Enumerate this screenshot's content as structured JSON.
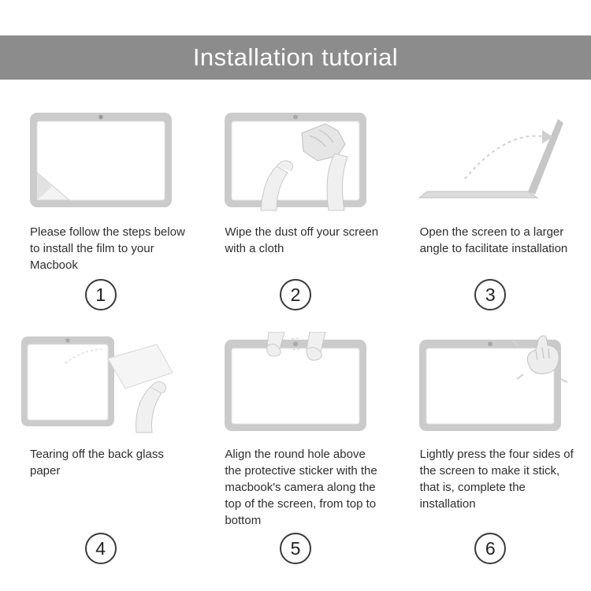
{
  "header": {
    "title": "Installation tutorial",
    "bg_color": "#8c8c8c",
    "text_color": "#ffffff"
  },
  "steps": [
    {
      "number": "1",
      "text": "Please follow the steps below to install the film to your Macbook",
      "illustration": "screen-with-peeling-film-corner"
    },
    {
      "number": "2",
      "text": "Wipe the dust off your screen with a cloth",
      "illustration": "hands-wiping-screen-with-cloth"
    },
    {
      "number": "3",
      "text": "Open the screen to a larger angle to facilitate installation",
      "illustration": "open-laptop-side-view-with-arrow"
    },
    {
      "number": "4",
      "text": "Tearing off the back glass paper",
      "illustration": "hands-tearing-back-glass-paper"
    },
    {
      "number": "5",
      "text": "Align the round hole above the protective sticker with the macbook's camera along the top of the screen, from top to bottom",
      "illustration": "hands-aligning-film-with-camera"
    },
    {
      "number": "6",
      "text": "Lightly press the four sides of the screen to make it stick, that is, complete the installation",
      "illustration": "hand-pressing-four-sides-of-screen"
    }
  ]
}
